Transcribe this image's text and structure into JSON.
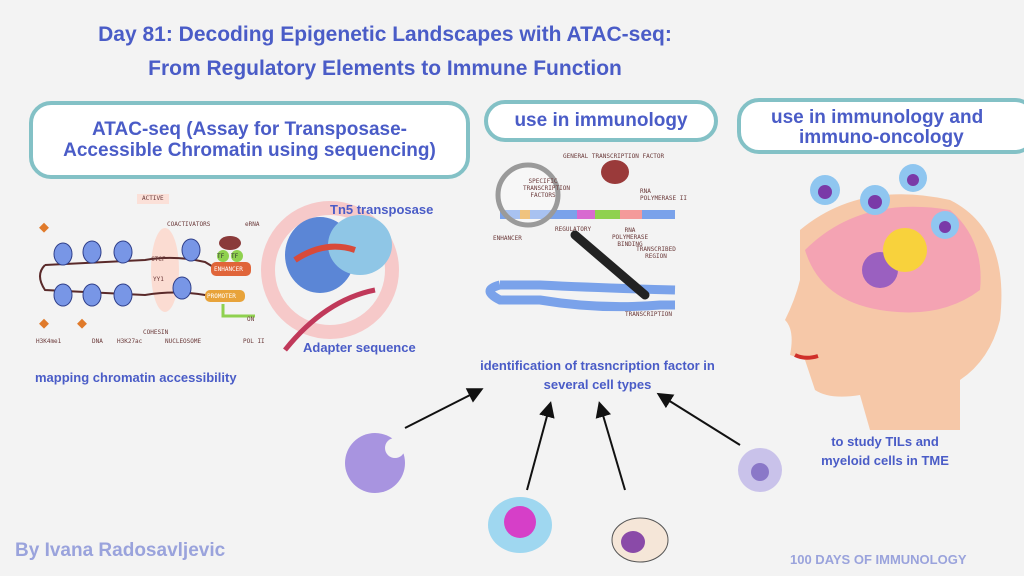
{
  "title": {
    "line1": "Day 81: Decoding Epigenetic Landscapes with ATAC-seq:",
    "line2": "From Regulatory Elements to Immune Function"
  },
  "sections": {
    "atac": {
      "heading_line1": "ATAC-seq (Assay for Transposase-",
      "heading_line2": "Accessible Chromatin using sequencing)",
      "chromatin_labels": [
        "ACTIVE",
        "COACTIVATORS",
        "eRNA",
        "CTCF",
        "YY1",
        "TF",
        "TF",
        "ENHANCER",
        "PROMOTER",
        "ON",
        "H3K4me1",
        "DNA",
        "H3K27ac",
        "COHESIN",
        "NUCLEOSOME",
        "POL II"
      ],
      "tn5_label": "Tn5 transposase",
      "adapter_label": "Adapter sequence",
      "caption": "mapping chromatin accessibility"
    },
    "immunology": {
      "heading": "use in immunology",
      "diagram_labels": [
        "GENERAL TRANSCRIPTION FACTOR",
        "SPECIFIC TRANSCRIPTION FACTORS",
        "RNA POLYMERASE II",
        "ENHANCER",
        "REGULATORY",
        "RNA POLYMERASE BINDING",
        "TRANSCRIBED REGION",
        "TRANSCRIPTION"
      ],
      "caption_line1": "identification of trasncription factor in",
      "caption_line2": "several cell types"
    },
    "oncology": {
      "heading_line1": "use in immunology and",
      "heading_line2": "immuno-oncology",
      "caption_line1": "to study TILs and",
      "caption_line2": "myeloid cells in TME"
    }
  },
  "footer": {
    "author": "By Ivana Radosavljevic",
    "series": "100 DAYS OF IMMUNOLOGY"
  },
  "colors": {
    "text": "#4a5cc7",
    "box_border": "#83c1c6",
    "background": "#f3f3f3"
  }
}
